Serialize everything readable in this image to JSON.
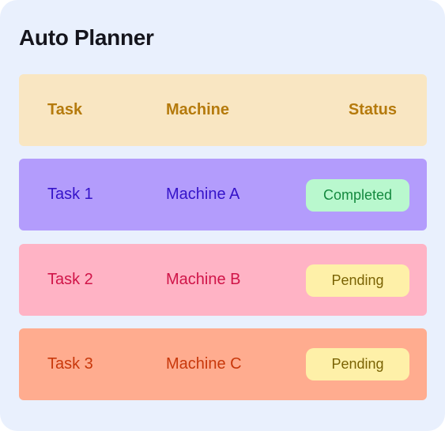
{
  "app": {
    "title": "Auto Planner"
  },
  "table": {
    "headers": {
      "task": "Task",
      "machine": "Machine",
      "status": "Status"
    },
    "rows": [
      {
        "task": "Task 1",
        "machine": "Machine A",
        "status": "Completed"
      },
      {
        "task": "Task 2",
        "machine": "Machine B",
        "status": "Pending"
      },
      {
        "task": "Task 3",
        "machine": "Machine C",
        "status": "Pending"
      }
    ]
  },
  "colors": {
    "card_background": "#e9f0fd",
    "header_row": "#f9e6c2",
    "row_1": "#b39cfc",
    "row_2": "#ffb3c5",
    "row_3": "#ffac8f",
    "status_completed": "#b9f8ce",
    "status_pending": "#fef0a8"
  }
}
